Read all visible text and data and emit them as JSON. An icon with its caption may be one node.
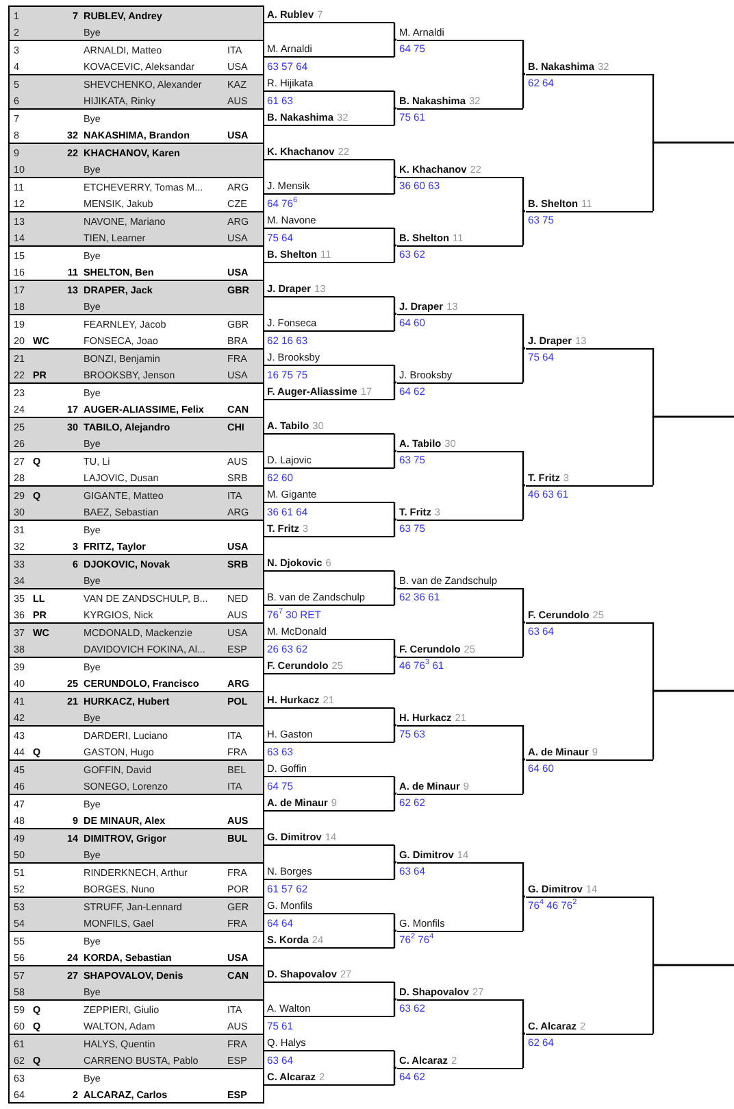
{
  "diagram": {
    "nodes": [
      {
        "text": [
          "A. Rublev",
          "7"
        ]
      },
      {
        "text": [
          "M. Arnaldi",
          "63 57 64"
        ]
      },
      {
        "text": [
          "R. Hijikata",
          "61 63"
        ]
      },
      {
        "text": [
          "B. Nakashima",
          "32"
        ]
      },
      {
        "text": [
          "K. Khachanov",
          "22"
        ]
      },
      {
        "text": [
          "J. Mensik",
          "64 76$^{6}$"
        ]
      },
      {
        "text": [
          "M. Navone",
          "75 64"
        ]
      },
      {
        "text": [
          "B. Shelton",
          "11"
        ]
      },
      {
        "text": [
          "J. Draper",
          "13"
        ]
      },
      {
        "text": [
          "J. Fonseca",
          "62 16 63"
        ]
      },
      {
        "text": [
          "J. Brooksby",
          "16 75 75"
        ]
      },
      {
        "text": [
          "F. Auger-Aliassime",
          "17"
        ]
      },
      {
        "text": [
          "A. Tabilo",
          "30"
        ]
      },
      {
        "text": [
          "D. Lajovic",
          "62 60"
        ]
      },
      {
        "text": [
          "M. Gigante",
          "36 61 64"
        ]
      },
      {
        "text": [
          "T. Fritz",
          "3"
        ]
      },
      {
        "text": [
          "N. Djokovic",
          "6"
        ]
      },
      {
        "text": [
          "B. van de Zandschulp",
          "76$^{7}$ 30 RET"
        ]
      },
      {
        "text": [
          "M. McDonald",
          "26 63 62"
        ]
      },
      {
        "text": [
          "F. Cerundolo",
          "25"
        ]
      },
      {
        "text": [
          "H. Hurkacz",
          "21"
        ]
      },
      {
        "text": [
          "H. Gaston",
          "63 63"
        ]
      },
      {
        "text": [
          "D. Goffin",
          "64 75"
        ]
      },
      {
        "text": [
          "A. de Minaur",
          "9"
        ]
      },
      {
        "text": [
          "G. Dimitrov",
          "14"
        ]
      },
      {
        "text": [
          "N. Borges",
          "61 57 62"
        ]
      },
      {
        "text": [
          "G. Monfils",
          "64 64"
        ]
      },
      {
        "text": [
          "S. Korda",
          "24"
        ]
      },
      {
        "text": [
          "D. Shapovalov",
          "27"
        ]
      },
      {
        "text": [
          "A. Walton",
          "75 61"
        ]
      },
      {
        "text": [
          "Q. Halys",
          "63 64"
        ]
      },
      {
        "text": [
          "C. Alcaraz",
          "2"
        ]
      },
      {
        "text": [
          "M. Arnaldi",
          "64 75"
        ]
      },
      {
        "text": [
          "B. Nakashima",
          "32",
          "75 61"
        ]
      },
      {
        "text": [
          "K. Khachanov",
          "22",
          "36 60 63"
        ]
      },
      {
        "text": [
          "B. Shelton",
          "11",
          "63 62"
        ]
      },
      {
        "text": [
          "J. Draper",
          "13",
          "64 60"
        ]
      },
      {
        "text": [
          "J. Brooksby",
          "64 62"
        ]
      },
      {
        "text": [
          "A. Tabilo",
          "30",
          "63 75"
        ]
      },
      {
        "text": [
          "T. Fritz",
          "3",
          "63 75"
        ]
      },
      {
        "text": [
          "B. van de Zandschulp",
          "62 36 61"
        ]
      },
      {
        "text": [
          "F. Cerundolo",
          "25",
          "46 76$^{3}$ 61"
        ]
      },
      {
        "text": [
          "H. Hurkacz",
          "21",
          "75 63"
        ]
      },
      {
        "text": [
          "A. de Minaur",
          "9",
          "62 62"
        ]
      },
      {
        "text": [
          "G. Dimitrov",
          "14",
          "63 64"
        ]
      },
      {
        "text": [
          "G. Monfils",
          "76$^{2}$ 76$^{4}$"
        ]
      },
      {
        "text": [
          "D. Shapovalov",
          "27",
          "63 62"
        ]
      },
      {
        "text": [
          "C. Alcaraz",
          "2",
          "64 62"
        ]
      },
      {
        "text": [
          "B. Nakashima",
          "32",
          "62 64"
        ]
      },
      {
        "text": [
          "B. Shelton",
          "11",
          "63 75"
        ]
      },
      {
        "text": [
          "J. Draper",
          "13",
          "75 64"
        ]
      },
      {
        "text": [
          "T. Fritz",
          "3",
          "46 63 61"
        ]
      },
      {
        "text": [
          "F. Cerundolo",
          "25",
          "63 64"
        ]
      },
      {
        "text": [
          "A. de Minaur",
          "9",
          "64 60"
        ]
      },
      {
        "text": [
          "G. Dimitrov",
          "14",
          "76$^{4}$ 46 76$^{2}$"
        ]
      },
      {
        "text": [
          "C. Alcaraz",
          "2",
          "62 64"
        ]
      }
    ],
    "edges": [
      {
        "from": 0,
        "to": 32,
        "arrow": "none"
      },
      {
        "from": 1,
        "to": 32,
        "arrow": "none"
      },
      {
        "from": 2,
        "to": 33,
        "arrow": "none"
      },
      {
        "from": 3,
        "to": 33,
        "arrow": "none"
      },
      {
        "from": 4,
        "to": 34,
        "arrow": "none"
      },
      {
        "from": 5,
        "to": 34,
        "arrow": "none"
      },
      {
        "from": 6,
        "to": 35,
        "arrow": "none"
      },
      {
        "from": 7,
        "to": 35,
        "arrow": "none"
      },
      {
        "from": 8,
        "to": 36,
        "arrow": "none"
      },
      {
        "from": 9,
        "to": 36,
        "arrow": "none"
      },
      {
        "from": 10,
        "to": 37,
        "arrow": "none"
      },
      {
        "from": 11,
        "to": 37,
        "arrow": "none"
      },
      {
        "from": 12,
        "to": 38,
        "arrow": "none"
      },
      {
        "from": 13,
        "to": 38,
        "arrow": "none"
      },
      {
        "from": 14,
        "to": 39,
        "arrow": "none"
      },
      {
        "from": 15,
        "to": 39,
        "arrow": "none"
      },
      {
        "from": 16,
        "to": 40,
        "arrow": "none"
      },
      {
        "from": 17,
        "to": 40,
        "arrow": "none"
      },
      {
        "from": 18,
        "to": 41,
        "arrow": "none"
      },
      {
        "from": 19,
        "to": 41,
        "arrow": "none"
      },
      {
        "from": 20,
        "to": 42,
        "arrow": "none"
      },
      {
        "from": 21,
        "to": 42,
        "arrow": "none"
      },
      {
        "from": 22,
        "to": 43,
        "arrow": "none"
      },
      {
        "from": 23,
        "to": 43,
        "arrow": "none"
      },
      {
        "from": 24,
        "to": 44,
        "arrow": "none"
      },
      {
        "from": 25,
        "to": 44,
        "arrow": "none"
      },
      {
        "from": 26,
        "to": 45,
        "arrow": "none"
      },
      {
        "from": 27,
        "to": 45,
        "arrow": "none"
      },
      {
        "from": 28,
        "to": 46,
        "arrow": "none"
      },
      {
        "from": 29,
        "to": 46,
        "arrow": "none"
      },
      {
        "from": 30,
        "to": 47,
        "arrow": "none"
      },
      {
        "from": 31,
        "to": 47,
        "arrow": "none"
      },
      {
        "from": 32,
        "to": 48,
        "arrow": "none"
      },
      {
        "from": 33,
        "to": 48,
        "arrow": "none"
      },
      {
        "from": 34,
        "to": 49,
        "arrow": "none"
      },
      {
        "from": 35,
        "to": 49,
        "arrow": "none"
      },
      {
        "from": 36,
        "to": 50,
        "arrow": "none"
      },
      {
        "from": 37,
        "to": 50,
        "arrow": "none"
      },
      {
        "from": 38,
        "to": 51,
        "arrow": "none"
      },
      {
        "from": 39,
        "to": 51,
        "arrow": "none"
      },
      {
        "from": 40,
        "to": 52,
        "arrow": "none"
      },
      {
        "from": 41,
        "to": 52,
        "arrow": "none"
      },
      {
        "from": 42,
        "to": 53,
        "arrow": "none"
      },
      {
        "from": 43,
        "to": 53,
        "arrow": "none"
      },
      {
        "from": 44,
        "to": 54,
        "arrow": "none"
      },
      {
        "from": 45,
        "to": 54,
        "arrow": "none"
      },
      {
        "from": 46,
        "to": 55,
        "arrow": "none"
      },
      {
        "from": 47,
        "to": 55,
        "arrow": "none"
      },
      {
        "from": 48,
        "to": null,
        "arrow": "none"
      },
      {
        "from": 49,
        "to": null,
        "arrow": "none"
      },
      {
        "from": 50,
        "to": null,
        "arrow": "none"
      },
      {
        "from": 51,
        "to": null,
        "arrow": "none"
      },
      {
        "from": 52,
        "to": null,
        "arrow": "none"
      },
      {
        "from": 53,
        "to": null,
        "arrow": "none"
      },
      {
        "from": 54,
        "to": null,
        "arrow": "none"
      },
      {
        "from": 55,
        "to": null,
        "arrow": "none"
      }
    ],
    "labels": [
      "1",
      "7",
      "RUBLEV, Andrey",
      "2",
      "Bye",
      "3",
      "ARNALDI, Matteo",
      "ITA",
      "4",
      "KOVACEVIC, Aleksandar",
      "USA",
      "5",
      "SHEVCHENKO, Alexander",
      "KAZ",
      "6",
      "HIJIKATA, Rinky",
      "AUS",
      "7",
      "Bye",
      "8",
      "32",
      "NAKASHIMA, Brandon",
      "USA",
      "9",
      "22",
      "KHACHANOV, Karen",
      "10",
      "Bye",
      "11",
      "ETCHEVERRY, Tomas M...",
      "ARG",
      "12",
      "MENSIK, Jakub",
      "CZE",
      "13",
      "NAVONE, Mariano",
      "ARG",
      "14",
      "TIEN, Learner",
      "USA",
      "15",
      "Bye",
      "16",
      "11",
      "SHELTON, Ben",
      "USA",
      "17",
      "13",
      "DRAPER, Jack",
      "GBR",
      "18",
      "Bye",
      "19",
      "FEARNLEY, Jacob",
      "GBR",
      "20",
      "WC",
      "FONSECA, Joao",
      "BRA",
      "21",
      "BONZI, Benjamin",
      "FRA",
      "22",
      "PR",
      "BROOKSBY, Jenson",
      "USA",
      "23",
      "Bye",
      "24",
      "17",
      "AUGER-ALIASSIME, Felix",
      "CAN",
      "25",
      "30",
      "TABILO, Alejandro",
      "CHI",
      "26",
      "Bye",
      "27",
      "Q",
      "TU, Li",
      "AUS",
      "28",
      "LAJOVIC, Dusan",
      "SRB",
      "29",
      "Q",
      "GIGANTE, Matteo",
      "ITA",
      "30",
      "BAEZ, Sebastian",
      "ARG",
      "31",
      "Bye",
      "32",
      "3",
      "FRITZ, Taylor",
      "USA",
      "33",
      "6",
      "DJOKOVIC, Novak",
      "SRB",
      "34",
      "Bye",
      "35",
      "LL",
      "VAN DE ZANDSCHULP, B...",
      "NED",
      "36",
      "PR",
      "KYRGIOS, Nick",
      "AUS",
      "37",
      "WC",
      "MCDONALD, Mackenzie",
      "USA",
      "38",
      "DAVIDOVICH FOKINA, Al...",
      "ESP",
      "39",
      "Bye",
      "40",
      "25",
      "CERUNDOLO, Francisco",
      "ARG",
      "41",
      "21",
      "HURKACZ, Hubert",
      "POL",
      "42",
      "Bye",
      "43",
      "DARDERI, Luciano",
      "ITA",
      "44",
      "Q",
      "GASTON, Hugo",
      "FRA",
      "45",
      "GOFFIN, David",
      "BEL",
      "46",
      "SONEGO, Lorenzo",
      "ITA",
      "47",
      "Bye",
      "48",
      "9",
      "DE MINAUR, Alex",
      "AUS",
      "49",
      "14",
      "DIMITROV, Grigor",
      "BUL",
      "50",
      "Bye",
      "51",
      "RINDERKNECH, Arthur",
      "FRA",
      "52",
      "BORGES, Nuno",
      "POR",
      "53",
      "STRUFF, Jan-Lennard",
      "GER",
      "54",
      "MONFILS, Gael",
      "FRA",
      "55",
      "Bye",
      "56",
      "24",
      "KORDA, Sebastian",
      "USA",
      "57",
      "27",
      "SHAPOVALOV, Denis",
      "CAN",
      "58",
      "Bye",
      "59",
      "Q",
      "ZEPPIERI, Giulio",
      "ITA",
      "60",
      "Q",
      "WALTON, Adam",
      "AUS",
      "61",
      "HALYS, Quentin",
      "FRA",
      "62",
      "Q",
      "CARRENO BUSTA, Pablo",
      "ESP",
      "63",
      "Bye",
      "64",
      "2",
      "ALCARAZ, Carlos",
      "ESP"
    ]
  }
}
